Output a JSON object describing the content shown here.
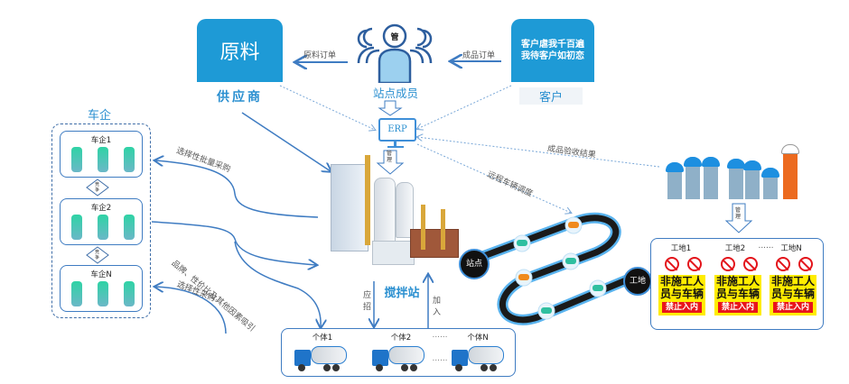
{
  "title": "搅拌站运营业务关系图",
  "supplier": {
    "card_text": "原料",
    "caption": "供应商"
  },
  "members": {
    "badge": "管",
    "caption": "站点成员"
  },
  "customer": {
    "card_line1": "客户虐我千百遍",
    "card_line2": "我待客户如初恋",
    "caption": "客户"
  },
  "erp": {
    "label": "ERP",
    "manage_label": "管理"
  },
  "arrows": {
    "raw_order": "原料订单",
    "product_order": "成品订单",
    "acceptance": "成品验收结果",
    "dispatch": "远程车辆调度",
    "bulk_purchase": "选择性批量采购",
    "attracted": "品牌、性价比及其他因素吸引",
    "selective_purchase": "选择性采购",
    "recruit": "应招",
    "join": "加入"
  },
  "car_companies": {
    "title": "车企",
    "groups": [
      {
        "name": "车企1"
      },
      {
        "name": "车企2"
      },
      {
        "name": "车企N"
      }
    ],
    "competition_label": "竞争"
  },
  "station": {
    "caption": "搅拌站",
    "node": "站点"
  },
  "route": {
    "end_node": "工地"
  },
  "individuals": {
    "items": [
      {
        "name": "个体1"
      },
      {
        "name": "个体2"
      },
      {
        "name": "个体N"
      }
    ],
    "ellipsis": "……"
  },
  "workers": {
    "manage_label": "管理"
  },
  "sites": {
    "items": [
      {
        "name": "工地1"
      },
      {
        "name": "工地2"
      },
      {
        "name": "工地N"
      }
    ],
    "ellipsis": "……",
    "sign_line1": "非施工人",
    "sign_line2": "员与车辆",
    "sign_ban": "禁止入内"
  },
  "colors": {
    "accent": "#1e9ad6",
    "line": "#3f7cc2",
    "sign_yellow": "#ffec00",
    "sign_red": "#e8151b"
  }
}
